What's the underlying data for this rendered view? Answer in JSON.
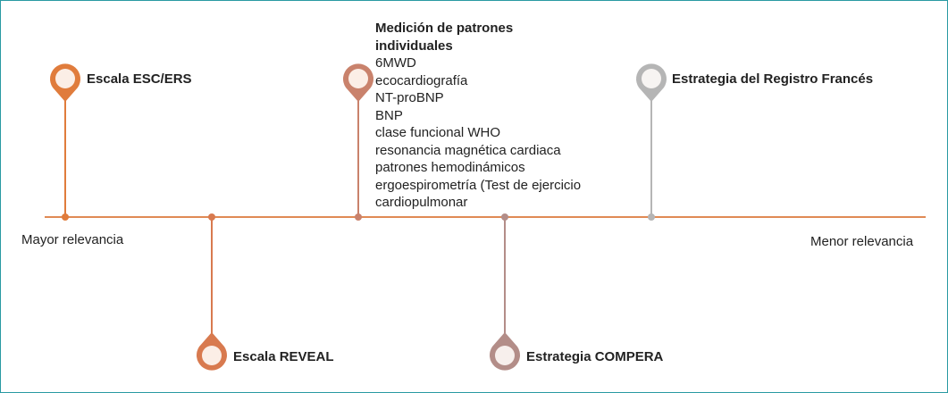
{
  "axis": {
    "left_label": "Mayor relevancia",
    "right_label": "Menor relevancia"
  },
  "markers": [
    {
      "label": "Escala ESC/ERS",
      "color": "#e07c3c"
    },
    {
      "label": "Escala REVEAL",
      "color": "#d87a4f"
    },
    {
      "label": "Medición de patrones individuales",
      "color": "#c9826c",
      "items": [
        "6MWD",
        "ecocardiografía",
        "NT-proBNP",
        "BNP",
        "clase funcional WHO",
        "resonancia magnética cardiaca",
        "patrones hemodinámicos",
        "ergoespirometría (Test de ejercicio",
        "cardiopulmonar"
      ]
    },
    {
      "label": "Estrategia COMPERA",
      "color": "#b38d88"
    },
    {
      "label": "Estrategia del Registro Francés",
      "color": "#b5b5b5"
    }
  ],
  "colors": {
    "axis": "#e08a55",
    "frame": "#2a9aa3",
    "pin_inner": "#fbeee6"
  }
}
